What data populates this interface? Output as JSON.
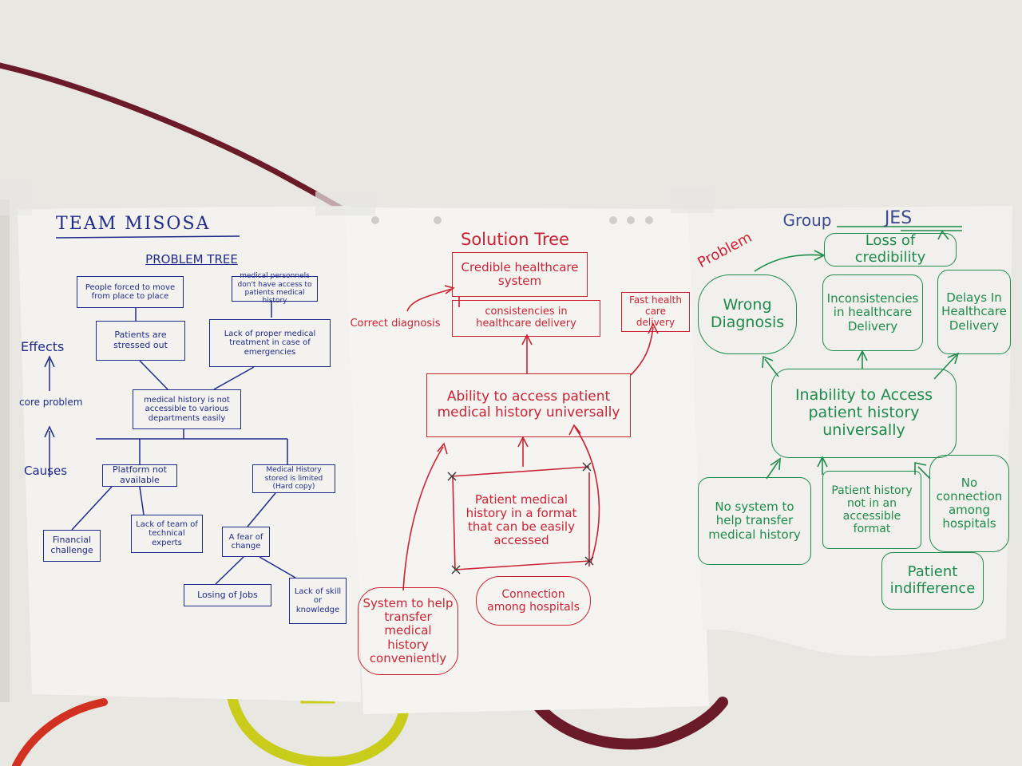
{
  "colors": {
    "wall": "#e9e7e2",
    "paper": "#f3f2ef",
    "blue_marker": "#1f2a8a",
    "red_marker": "#cc2233",
    "green_marker": "#1e8a4c",
    "maroon_paint": "#6b1a2a",
    "yellow_paint": "#c9cc1a"
  },
  "problem_tree": {
    "team": "TEAM MISOSA",
    "title": "PROBLEM TREE",
    "labels": {
      "effects": "Effects",
      "core": "core problem",
      "causes": "Causes"
    },
    "effects": [
      "People forced to move from place to place",
      "medical personnels don't have access to patients medical history",
      "Patients are stressed out",
      "Lack of proper medical treatment in case of emergencies"
    ],
    "core_problem": "medical history is not accessible to various departments easily",
    "causes": [
      "Platform not available",
      "Medical History stored is limited (Hard copy)",
      "Financial challenge",
      "Lack of team of technical experts",
      "A fear of change",
      "Losing of Jobs",
      "Lack of skill or knowledge"
    ]
  },
  "solution_tree": {
    "title": "Solution Tree",
    "top": "Credible healthcare system",
    "middle": "consistencies in healthcare delivery",
    "left": "Correct diagnosis",
    "right": "Fast health care delivery",
    "core": "Ability to access patient medical history universally",
    "means": [
      "Patient medical history in a format that can be easily accessed",
      "System to help transfer medical history conveniently",
      "Connection among hospitals"
    ]
  },
  "group_jes": {
    "group_label": "Group",
    "group_name": "JES",
    "problem_label": "Problem",
    "top": "Loss of credibility",
    "effects": [
      "Wrong Diagnosis",
      "Inconsistencies in healthcare Delivery",
      "Delays In Healthcare Delivery"
    ],
    "core": "Inability to Access patient history universally",
    "causes": [
      "No system to help transfer medical history",
      "Patient history not in an accessible format",
      "No connection among hospitals",
      "Patient indifference"
    ]
  }
}
